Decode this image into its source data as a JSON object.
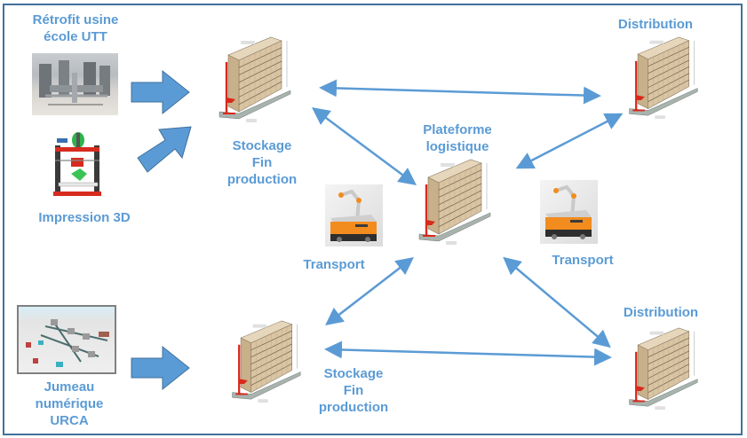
{
  "diagram": {
    "title": "",
    "nodes": {
      "retrofit": {
        "label_line1": "Rétrofit usine",
        "label_line2": "école UTT",
        "icon": "factory-workshop-photo"
      },
      "print3d": {
        "label": "Impression  3D",
        "icon": "3d-printer-image"
      },
      "twin": {
        "label_line1": "Jumeau",
        "label_line2": "numérique",
        "label_line3": "URCA",
        "icon": "digital-twin-simulation-screenshot"
      },
      "storage_top": {
        "label_line1": "Stockage",
        "label_line2": "Fin",
        "label_line3": "production",
        "icon": "storage-rack"
      },
      "storage_bottom": {
        "label_line1": "Stockage",
        "label_line2": "Fin",
        "label_line3": "production",
        "icon": "storage-rack"
      },
      "platform": {
        "label_line1": "Plateforme",
        "label_line2": "logistique",
        "icon": "storage-rack"
      },
      "distribution_top": {
        "label": "Distribution",
        "icon": "storage-rack"
      },
      "distribution_bottom": {
        "label": "Distribution",
        "icon": "storage-rack"
      },
      "transport_left": {
        "label": "Transport",
        "icon": "mobile-robot-agv"
      },
      "transport_right": {
        "label": "Transport",
        "icon": "mobile-robot-agv"
      }
    },
    "edges": [
      {
        "from": "retrofit",
        "to": "storage_top",
        "type": "block-arrow"
      },
      {
        "from": "print3d",
        "to": "storage_top",
        "type": "block-arrow"
      },
      {
        "from": "twin",
        "to": "storage_bottom",
        "type": "block-arrow"
      },
      {
        "from": "storage_top",
        "to": "distribution_top",
        "type": "bidirectional"
      },
      {
        "from": "storage_top",
        "to": "platform",
        "type": "bidirectional"
      },
      {
        "from": "distribution_top",
        "to": "platform",
        "type": "bidirectional"
      },
      {
        "from": "platform",
        "to": "storage_bottom",
        "type": "bidirectional"
      },
      {
        "from": "platform",
        "to": "distribution_bottom",
        "type": "bidirectional"
      },
      {
        "from": "storage_bottom",
        "to": "distribution_bottom",
        "type": "bidirectional"
      }
    ],
    "colors": {
      "frame": "#41719c",
      "label": "#5b9bd5",
      "arrow": "#5b9bd5",
      "block_arrow_fill": "#5b9bd5",
      "block_arrow_stroke": "#41719c",
      "rack_box": "#d9c4a3",
      "rack_frame_red": "#d9291c",
      "robot_orange": "#f28c1e"
    }
  }
}
